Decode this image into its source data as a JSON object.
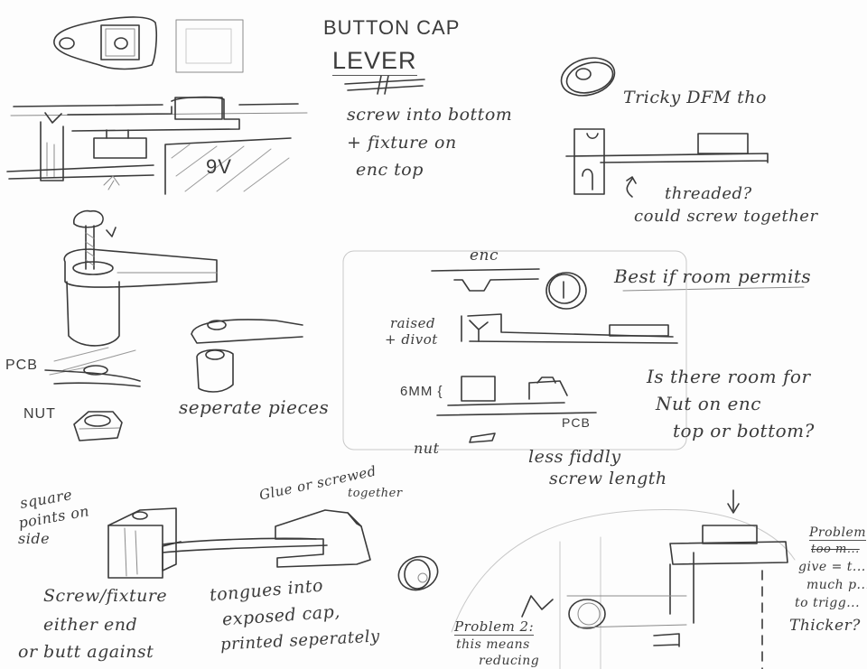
{
  "title": {
    "line1": "BUTTON CAP",
    "line2": "LEVER"
  },
  "notes": {
    "screw_into_bottom_1": "screw into bottom",
    "screw_into_bottom_2": "+ fixture on",
    "screw_into_bottom_3": "enc top",
    "tricky_dfm": "Tricky DFM tho",
    "threaded_1": "threaded?",
    "threaded_2": "could screw together",
    "enc_label": "enc",
    "best_if_room": "Best if room permits",
    "raised_divot_1": "raised",
    "raised_divot_2": "+ divot",
    "six_mm": "6MM {",
    "pcb_mid": "PCB",
    "nut_mid": "nut",
    "is_there_room_1": "Is there room for",
    "is_there_room_2": "Nut on enc",
    "is_there_room_3": "top or bottom?",
    "less_fiddly_1": "less fiddly",
    "less_fiddly_2": "screw length",
    "nine_v": "9V",
    "pcb_left": "PCB",
    "nut_left": "NUT",
    "separate_pieces": "seperate pieces",
    "square_points_1": "square",
    "square_points_2": "points on",
    "square_points_3": "side",
    "glue_1": "Glue or screwed",
    "glue_2": "together",
    "screw_fixture_1": "Screw/fixture",
    "screw_fixture_2": "either end",
    "butt_against": "or butt against",
    "tongues_1": "tongues into",
    "tongues_2": "exposed cap,",
    "tongues_3": "printed seperately",
    "problem2_1": "Problem 2:",
    "problem2_2": "this means",
    "problem2_3": "reducing",
    "problem1_1": "Problem",
    "problem1_2": "too m...",
    "problem1_3": "give = t...",
    "problem1_4": "much p...",
    "problem1_5": "to trigg...",
    "thicker": "Thicker?"
  },
  "colors": {
    "pencil": "#4a4a4a",
    "paper": "#fdfdfd",
    "faint": "#c9c9c9"
  }
}
